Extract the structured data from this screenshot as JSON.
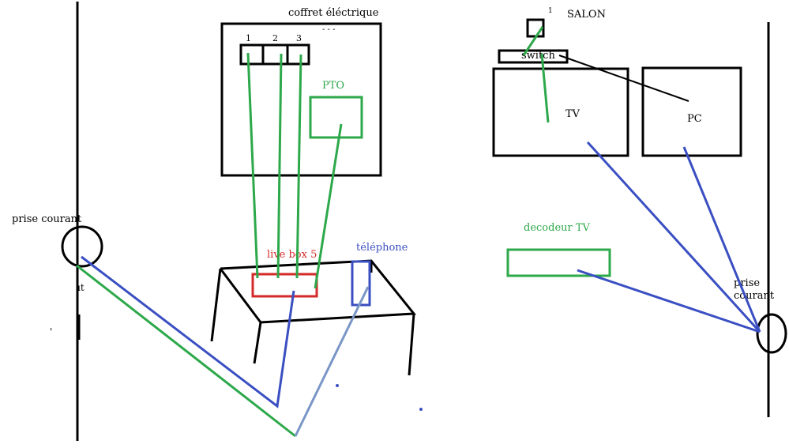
{
  "labels": {
    "coffret": "coffret éléctrique",
    "port1": "1",
    "port2": "2",
    "port3": "3",
    "pto": "PTO",
    "livebox": "live box 5",
    "telephone": "téléphone",
    "prise_left": "prise courant",
    "salon": "SALON",
    "salon_num": "1",
    "switch": "switch",
    "tv": "TV",
    "pc": "PC",
    "decodeur": "decodeur TV",
    "prise_right_1": "prise",
    "prise_right_2": "courant"
  },
  "colors": {
    "outline": "#000000",
    "green": "#2da84a",
    "blue": "#3a4fc2",
    "red": "#d42a2a",
    "light_blue": "#7a96c6",
    "green_text": "#2da84a",
    "red_text": "#d42a2a",
    "blue_text": "#3a4fc2"
  }
}
